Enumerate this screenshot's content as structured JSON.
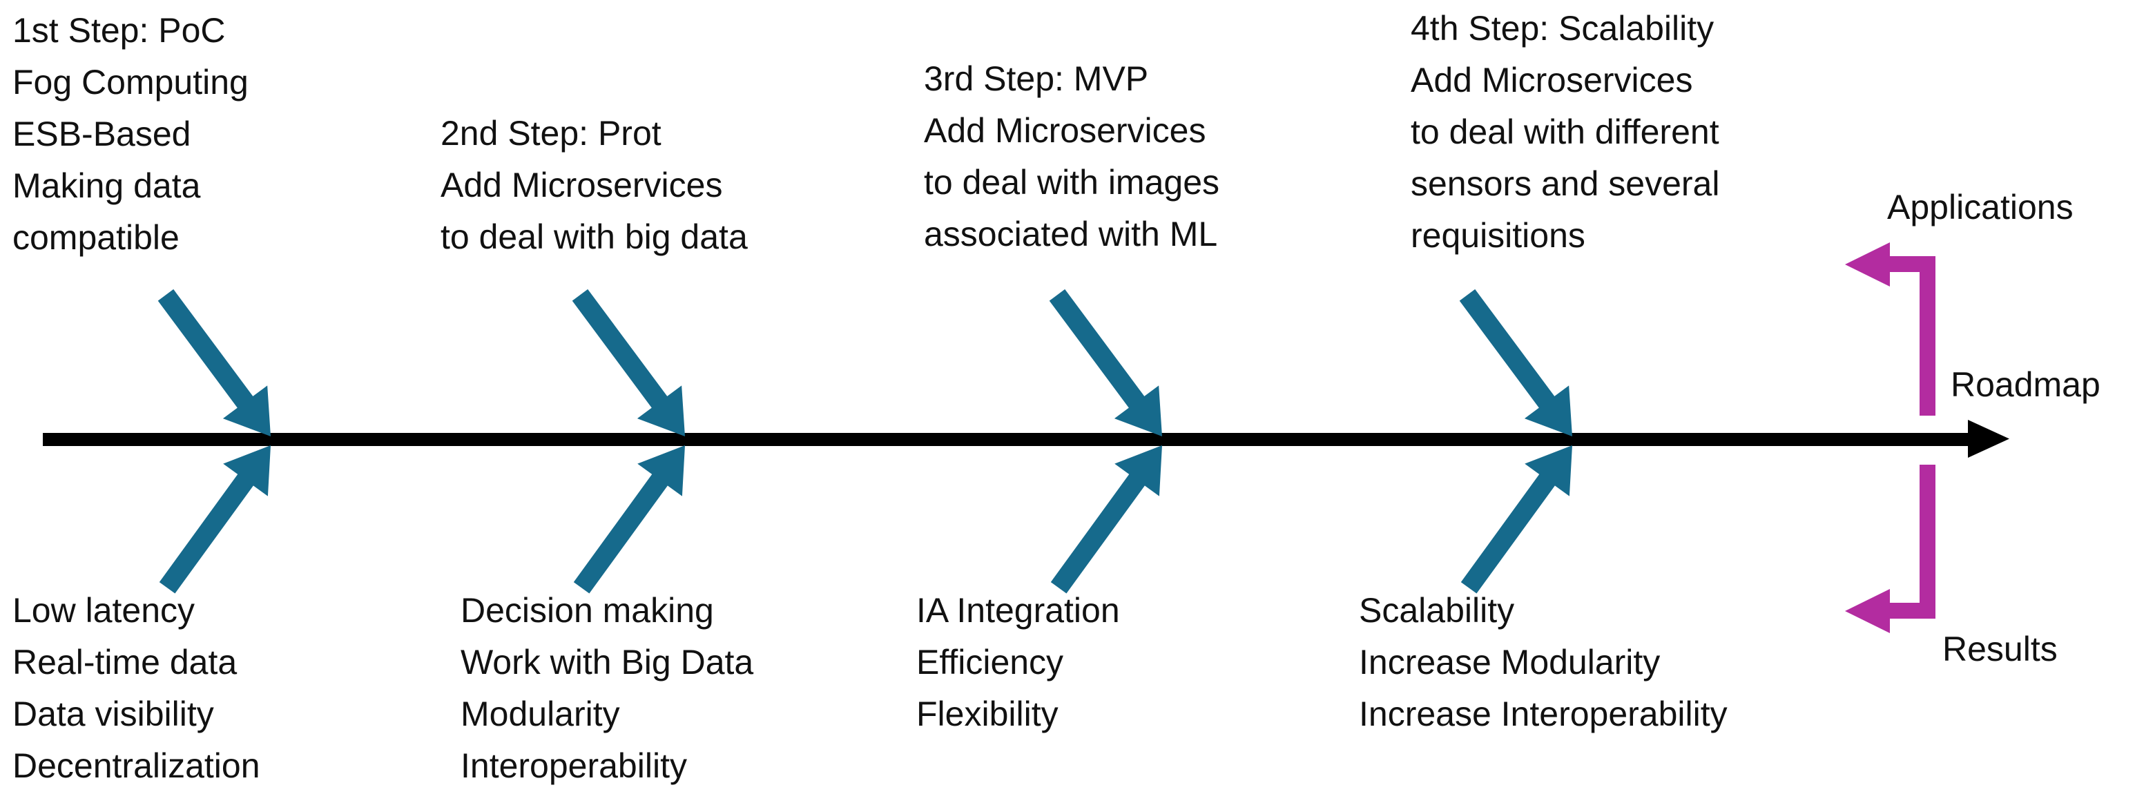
{
  "figure": {
    "colors": {
      "step_arrow": "#166A8C",
      "bracket_arrow": "#B32CA0",
      "timeline": "#000000",
      "text": "#111111",
      "background": "#ffffff"
    },
    "timeline": {
      "label": "Roadmap"
    },
    "brackets": {
      "top_label": "Applications",
      "bottom_label": "Results"
    },
    "steps": [
      {
        "top_lines": [
          "1st Step: PoC",
          "Fog Computing",
          "ESB-Based",
          "Making data",
          "compatible"
        ],
        "bottom_lines": [
          "Low latency",
          "Real-time data",
          "Data visibility",
          "Decentralization"
        ]
      },
      {
        "top_lines": [
          "2nd Step: Prot",
          "Add Microservices",
          "to deal with big data"
        ],
        "bottom_lines": [
          "Decision making",
          "Work with Big Data",
          "Modularity",
          "Interoperability"
        ]
      },
      {
        "top_lines": [
          "3rd Step: MVP",
          "Add Microservices",
          "to deal with images",
          "associated with ML"
        ],
        "bottom_lines": [
          "IA Integration",
          "Efficiency",
          "Flexibility"
        ]
      },
      {
        "top_lines": [
          "4th Step: Scalability",
          "Add Microservices",
          "to deal with different",
          "sensors and several",
          "requisitions"
        ],
        "bottom_lines": [
          "Scalability",
          "Increase Modularity",
          "Increase Interoperability"
        ]
      }
    ]
  }
}
